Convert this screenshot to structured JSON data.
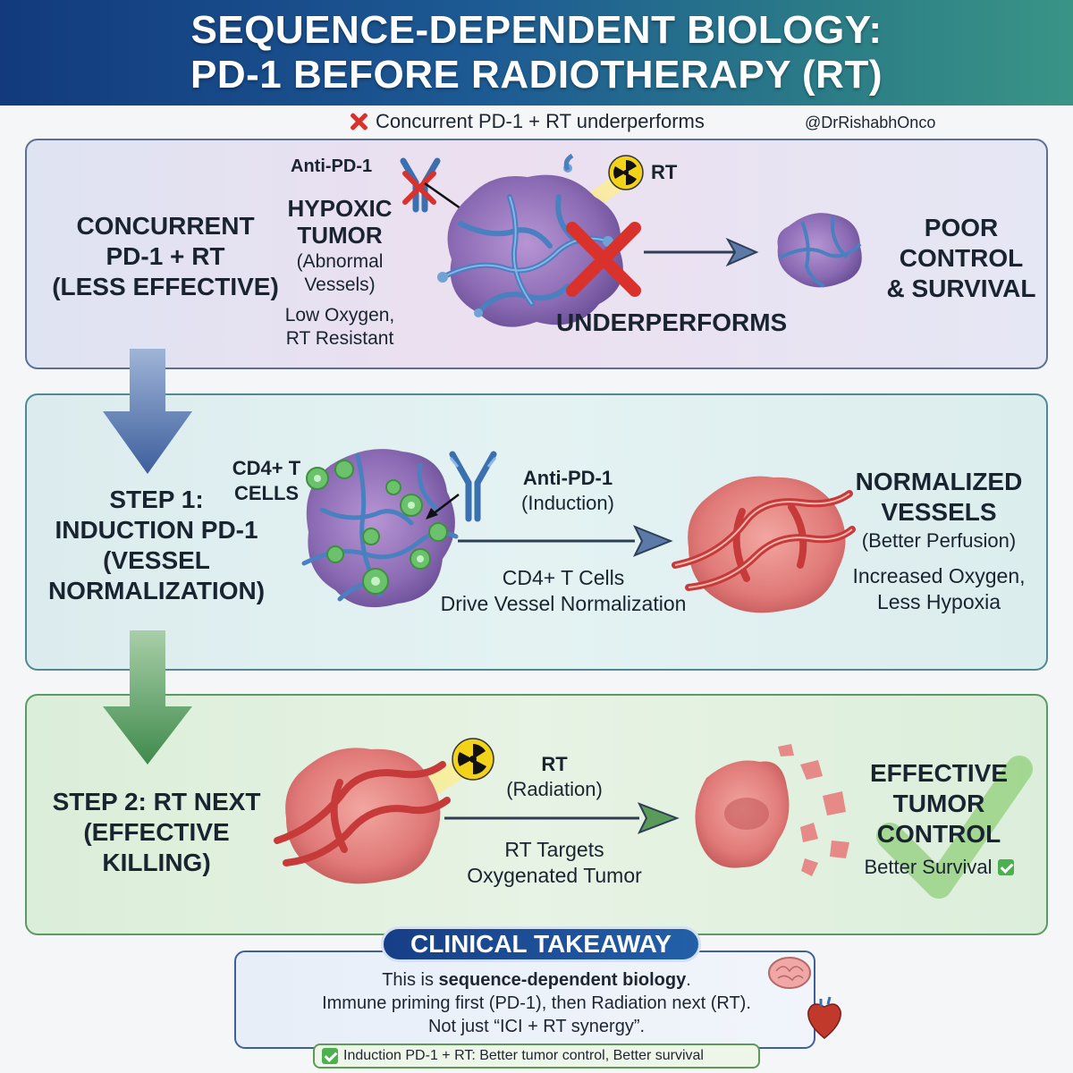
{
  "header": {
    "title_line1": "SEQUENCE-DEPENDENT BIOLOGY:",
    "title_line2": "PD-1 BEFORE RADIOTHERAPY (RT)"
  },
  "subline": {
    "text": "Concurrent PD-1 + RT underperforms",
    "handle": "@DrRishabhOnco"
  },
  "panel1": {
    "label": [
      "CONCURRENT",
      "PD-1 + RT",
      "(LESS EFFECTIVE)"
    ],
    "anti_pd1": "Anti-PD-1",
    "tumor_title": [
      "HYPOXIC",
      "TUMOR"
    ],
    "tumor_sub": [
      "(Abnormal",
      "Vessels)"
    ],
    "tumor_desc": [
      "Low Oxygen,",
      "RT Resistant"
    ],
    "rt": "RT",
    "underperforms": "UNDERPERFORMS",
    "outcome": [
      "POOR",
      "CONTROL",
      "& SURVIVAL"
    ]
  },
  "panel2": {
    "label": [
      "STEP 1:",
      "INDUCTION PD-1",
      "(VESSEL",
      "NORMALIZATION)"
    ],
    "cd4": [
      "CD4+ T",
      "CELLS"
    ],
    "anti_pd1": "Anti-PD-1",
    "anti_pd1_sub": "(Induction)",
    "arrow_caption": [
      "CD4+ T Cells",
      "Drive Vessel Normalization"
    ],
    "outcome_title": [
      "NORMALIZED",
      "VESSELS"
    ],
    "outcome_sub": "(Better Perfusion)",
    "outcome_desc": [
      "Increased Oxygen,",
      "Less Hypoxia"
    ]
  },
  "panel3": {
    "label": [
      "STEP 2: RT NEXT",
      "(EFFECTIVE",
      "KILLING)"
    ],
    "rt": "RT",
    "rt_sub": "(Radiation)",
    "arrow_caption": [
      "RT Targets",
      "Oxygenated Tumor"
    ],
    "outcome_title": [
      "EFFECTIVE",
      "TUMOR",
      "CONTROL"
    ],
    "outcome_sub": "Better Survival"
  },
  "takeaway": {
    "title": "CLINICAL TAKEAWAY",
    "line1_pre": "This is ",
    "line1_bold": "sequence-dependent biology",
    "line1_post": ".",
    "line2": "Immune priming first (PD-1), then Radiation next (RT).",
    "line3": "Not just “ICI + RT synergy”.",
    "footer": "Induction PD-1 + RT: Better tumor control, Better survival"
  },
  "colors": {
    "header_start": "#123a7d",
    "header_end": "#3a9486",
    "cross_red": "#d9312b",
    "tumor_purple": "#8a6ab3",
    "tumor_red": "#e07a78",
    "vessel_blue": "#4a7fc0",
    "vessel_red": "#c63a3a",
    "cd4_green": "#6cc26c",
    "radiation_yellow": "#f3d21a",
    "check_green": "#4caf50"
  }
}
